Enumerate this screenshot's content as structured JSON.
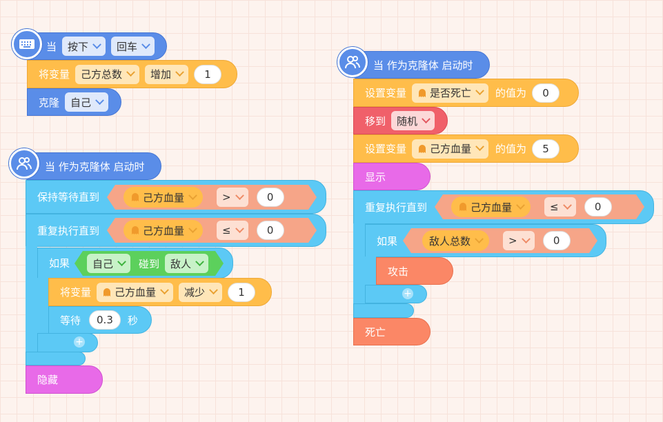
{
  "script1": {
    "hat_when": "当",
    "key_action": "按下",
    "key_name": "回车",
    "set_var_label": "将变量",
    "var_total": "己方总数",
    "op_add": "增加",
    "add_value": "1",
    "clone_label": "克隆",
    "clone_target": "自己"
  },
  "script2": {
    "hat": "当 作为克隆体 启动时",
    "wait_until": "保持等待直到",
    "var_hp": "己方血量",
    "cmp_gt": ">",
    "cmp_value1": "0",
    "repeat_until": "重复执行直到",
    "var_hp2": "己方血量",
    "cmp_le": "≤",
    "cmp_value2": "0",
    "if_label": "如果",
    "self": "自己",
    "touch": "碰到",
    "enemy": "敌人",
    "set_var_label": "将变量",
    "var_hp3": "己方血量",
    "op_dec": "减少",
    "dec_value": "1",
    "wait_label": "等待",
    "wait_value": "0.3",
    "seconds": "秒",
    "plus": "+",
    "hide": "隐藏"
  },
  "script3": {
    "hat": "当 作为克隆体 启动时",
    "set_var": "设置变量",
    "var_dead": "是否死亡",
    "value_of": "的值为",
    "dead_value": "0",
    "move_to": "移到",
    "random": "随机",
    "set_var2": "设置变量",
    "var_hp": "己方血量",
    "value_of2": "的值为",
    "hp_value": "5",
    "show": "显示",
    "repeat_until": "重复执行直到",
    "var_hp2": "己方血量",
    "cmp_le": "≤",
    "cmp_value": "0",
    "if_label": "如果",
    "enemy_total": "敌人总数",
    "cmp_gt": ">",
    "cmp_value2": "0",
    "attack": "攻击",
    "plus": "+",
    "die": "死亡"
  },
  "colors": {
    "event": "#5a8de8",
    "variable": "#ffbd4a",
    "control": "#5cc9f5",
    "looks": "#e86ae8",
    "motion": "#f0606a",
    "custom": "#fb8766",
    "sensing": "#5cd05c",
    "operator": "#f6a588"
  },
  "icons": [
    "keyboard-icon",
    "users-icon",
    "ghost-icon",
    "chevron-down-icon",
    "plus-icon"
  ]
}
